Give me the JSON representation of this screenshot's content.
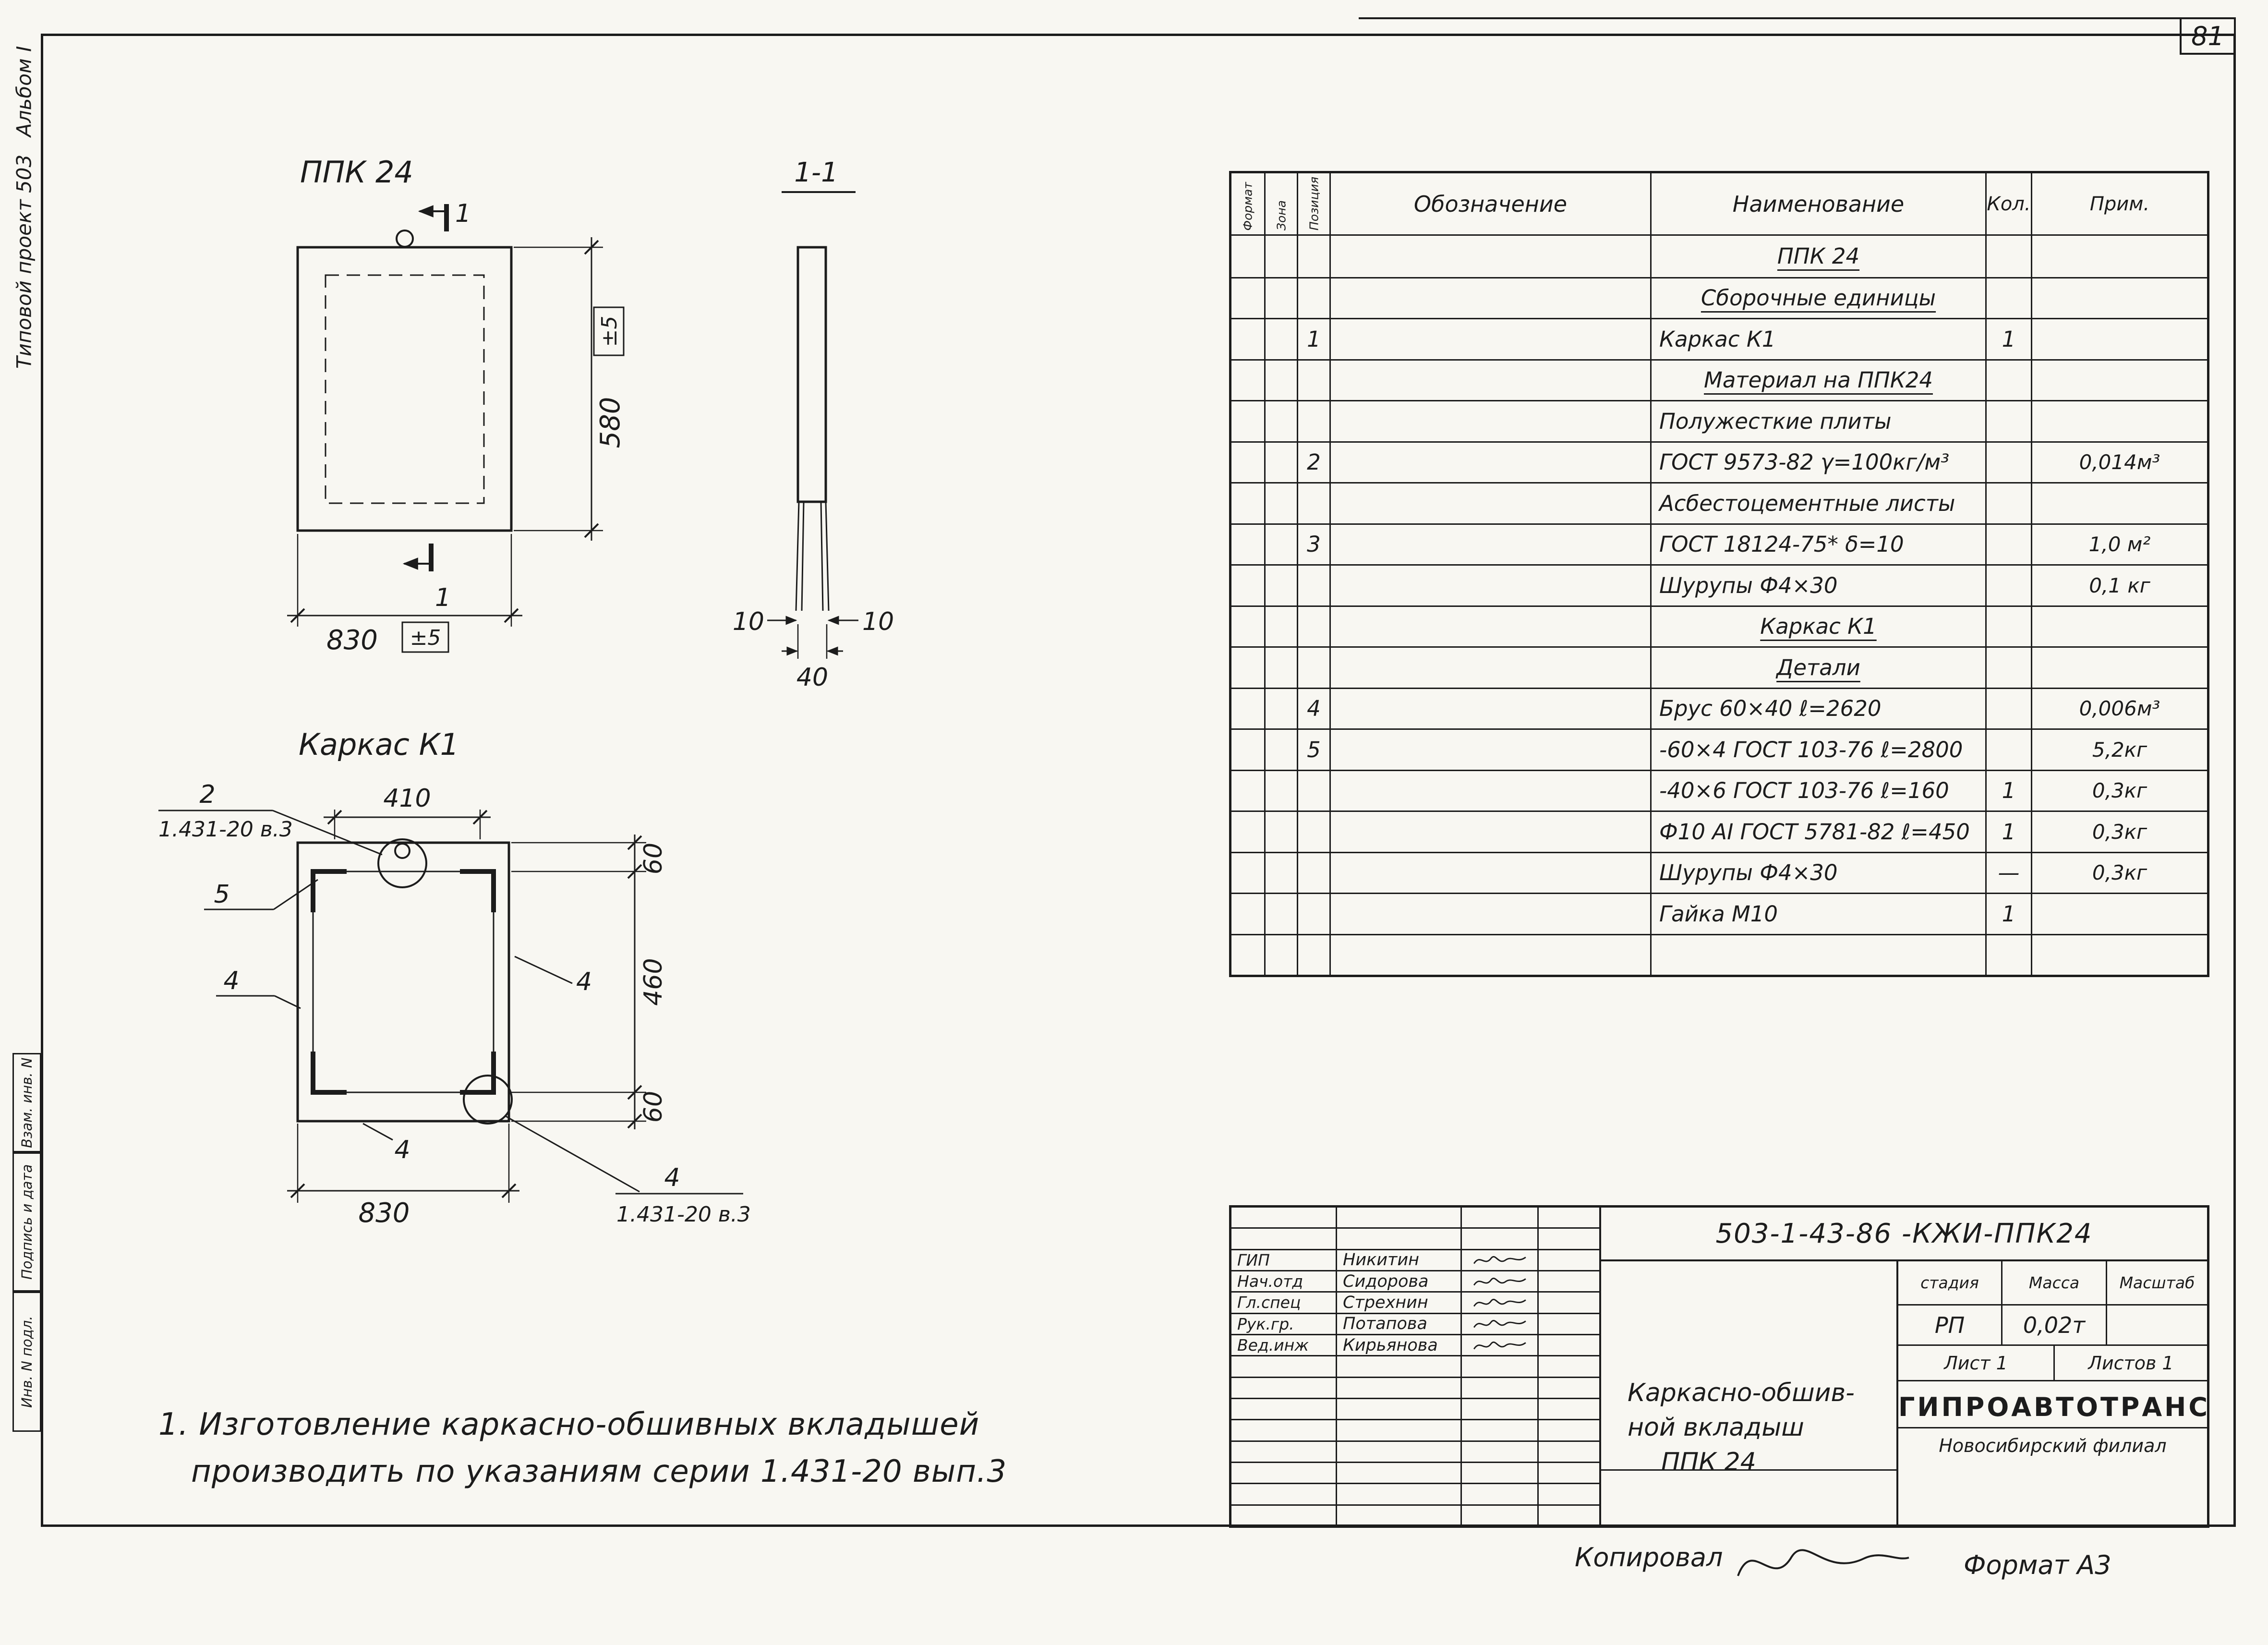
{
  "page": {
    "number": "81",
    "copied_label": "Копировал",
    "format_label": "Формат А3"
  },
  "margin": {
    "album": "Альбом I",
    "project": "Типовой проект 503",
    "box_top": "Взам. инв. N",
    "box_mid": "Подпись и дата",
    "box_bottom": "Инв. N подл."
  },
  "drawings": {
    "plan": {
      "title": "ППК 24",
      "section_mark": "1",
      "dim_width": "830",
      "dim_width_tol": "±5",
      "dim_height": "580",
      "dim_height_tol": "±5"
    },
    "section": {
      "title": "1-1",
      "dim_left": "10",
      "dim_right": "10",
      "dim_bottom": "40"
    },
    "frame": {
      "title": "Каркас К1",
      "dim_top": "410",
      "dim_bottom": "830",
      "dim_right_top": "60",
      "dim_right_mid": "460",
      "dim_right_bottom": "60",
      "callout_2": "2",
      "callout_5": "5",
      "callout_4": "4",
      "ref_top": "1.431-20 в.3",
      "ref_bottom": "1.431-20 в.3"
    }
  },
  "note": {
    "line1": "1. Изготовление каркасно-обшивных вкладышей",
    "line2": "производить по указаниям серии 1.431-20 вып.3"
  },
  "spec_table": {
    "headers": {
      "format": "Формат",
      "zone": "Зона",
      "pos": "Позиция",
      "designation": "Обозначение",
      "name": "Наименование",
      "qty": "Кол.",
      "note": "Прим."
    },
    "rows": [
      {
        "pos": "",
        "name": "ППК 24",
        "qty": "",
        "note": "",
        "style": "hdr"
      },
      {
        "pos": "",
        "name": "Сборочные единицы",
        "qty": "",
        "note": "",
        "style": "hdr"
      },
      {
        "pos": "1",
        "name": "Каркас К1",
        "qty": "1",
        "note": ""
      },
      {
        "pos": "",
        "name": "Материал на ППК24",
        "qty": "",
        "note": "",
        "style": "hdr"
      },
      {
        "pos": "",
        "name": "Полужесткие плиты",
        "qty": "",
        "note": ""
      },
      {
        "pos": "2",
        "name": "ГОСТ 9573-82  γ=100кг/м³",
        "qty": "",
        "note": "0,014м³"
      },
      {
        "pos": "",
        "name": "Асбестоцементные листы",
        "qty": "",
        "note": ""
      },
      {
        "pos": "3",
        "name": "ГОСТ 18124-75*  δ=10",
        "qty": "",
        "note": "1,0 м²"
      },
      {
        "pos": "",
        "name": "Шурупы Ф4×30",
        "qty": "",
        "note": "0,1 кг"
      },
      {
        "pos": "",
        "name": "Каркас К1",
        "qty": "",
        "note": "",
        "style": "hdr"
      },
      {
        "pos": "",
        "name": "Детали",
        "qty": "",
        "note": "",
        "style": "hdr"
      },
      {
        "pos": "4",
        "name": "Брус 60×40  ℓ=2620",
        "qty": "",
        "note": "0,006м³"
      },
      {
        "pos": "5",
        "name": "-60×4 ГОСТ 103-76  ℓ=2800",
        "qty": "",
        "note": "5,2кг"
      },
      {
        "pos": "",
        "name": "-40×6 ГОСТ 103-76  ℓ=160",
        "qty": "1",
        "note": "0,3кг"
      },
      {
        "pos": "",
        "name": "Ф10 АI ГОСТ 5781-82  ℓ=450",
        "qty": "1",
        "note": "0,3кг"
      },
      {
        "pos": "",
        "name": "Шурупы Ф4×30",
        "qty": "—",
        "note": "0,3кг"
      },
      {
        "pos": "",
        "name": "Гайка М10",
        "qty": "1",
        "note": ""
      },
      {
        "pos": "",
        "name": "",
        "qty": "",
        "note": ""
      }
    ]
  },
  "title_block": {
    "doc_number": "503-1-43-86   -КЖИ-ППК24",
    "people": [
      {
        "role": "ГИП",
        "name": "Никитин"
      },
      {
        "role": "Нач.отд",
        "name": "Сидорова"
      },
      {
        "role": "Гл.спец",
        "name": "Стрехнин"
      },
      {
        "role": "Рук.гр.",
        "name": "Потапова"
      },
      {
        "role": "Вед.инж",
        "name": "Кирьянова"
      }
    ],
    "title_lines": [
      "Каркасно-обшив-",
      "ной вкладыш",
      "ППК 24"
    ],
    "stage_label": "стадия",
    "mass_label": "Масса",
    "scale_label": "Масштаб",
    "stage_value": "РП",
    "mass_value": "0,02т",
    "scale_value": "",
    "sheet_label": "Лист 1",
    "sheets_label": "Листов 1",
    "org_name": "ГИПРОАВТОТРАНС",
    "org_branch": "Новосибирский филиал"
  }
}
